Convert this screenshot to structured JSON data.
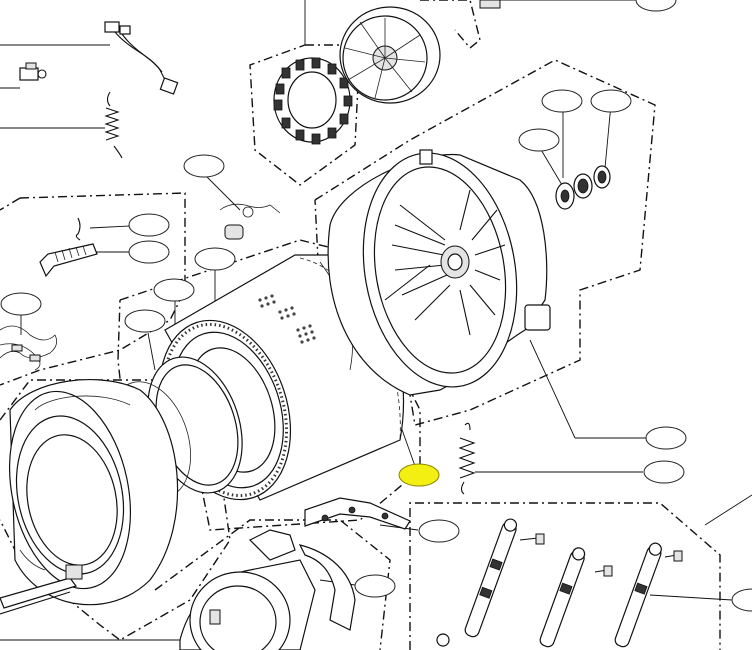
{
  "diagram": {
    "highlight_color": "#f3ef12",
    "callout_count": 20,
    "callouts": [
      {
        "id": "callout-top-right",
        "highlighted": false
      },
      {
        "id": "callout-wire-harness-left",
        "highlighted": false
      },
      {
        "id": "callout-cable-tie",
        "highlighted": false
      },
      {
        "id": "callout-upper-spring",
        "highlighted": false
      },
      {
        "id": "callout-hose-clip",
        "highlighted": false
      },
      {
        "id": "callout-cable-tie-2",
        "highlighted": false
      },
      {
        "id": "callout-drain-hose",
        "highlighted": false
      },
      {
        "id": "callout-harness-assy",
        "highlighted": false
      },
      {
        "id": "callout-heater-ring",
        "highlighted": false
      },
      {
        "id": "callout-drum-gasket",
        "highlighted": false
      },
      {
        "id": "callout-drum",
        "highlighted": false
      },
      {
        "id": "callout-bearing-1",
        "highlighted": false
      },
      {
        "id": "callout-bearing-2",
        "highlighted": false
      },
      {
        "id": "callout-bearing-3",
        "highlighted": false
      },
      {
        "id": "callout-rear-tub",
        "highlighted": false
      },
      {
        "id": "callout-hanger-spring",
        "highlighted": false
      },
      {
        "id": "callout-hanger-spring-highlighted",
        "highlighted": true
      },
      {
        "id": "callout-heater-bracket",
        "highlighted": false
      },
      {
        "id": "callout-front-cover",
        "highlighted": false
      },
      {
        "id": "callout-damper",
        "highlighted": false
      }
    ],
    "icons": [
      "stator-icon",
      "rotor-icon",
      "drum-icon",
      "tub-icon",
      "spring-icon",
      "damper-icon",
      "bearing-icon",
      "wire-harness-icon",
      "hose-icon",
      "heater-icon"
    ]
  }
}
